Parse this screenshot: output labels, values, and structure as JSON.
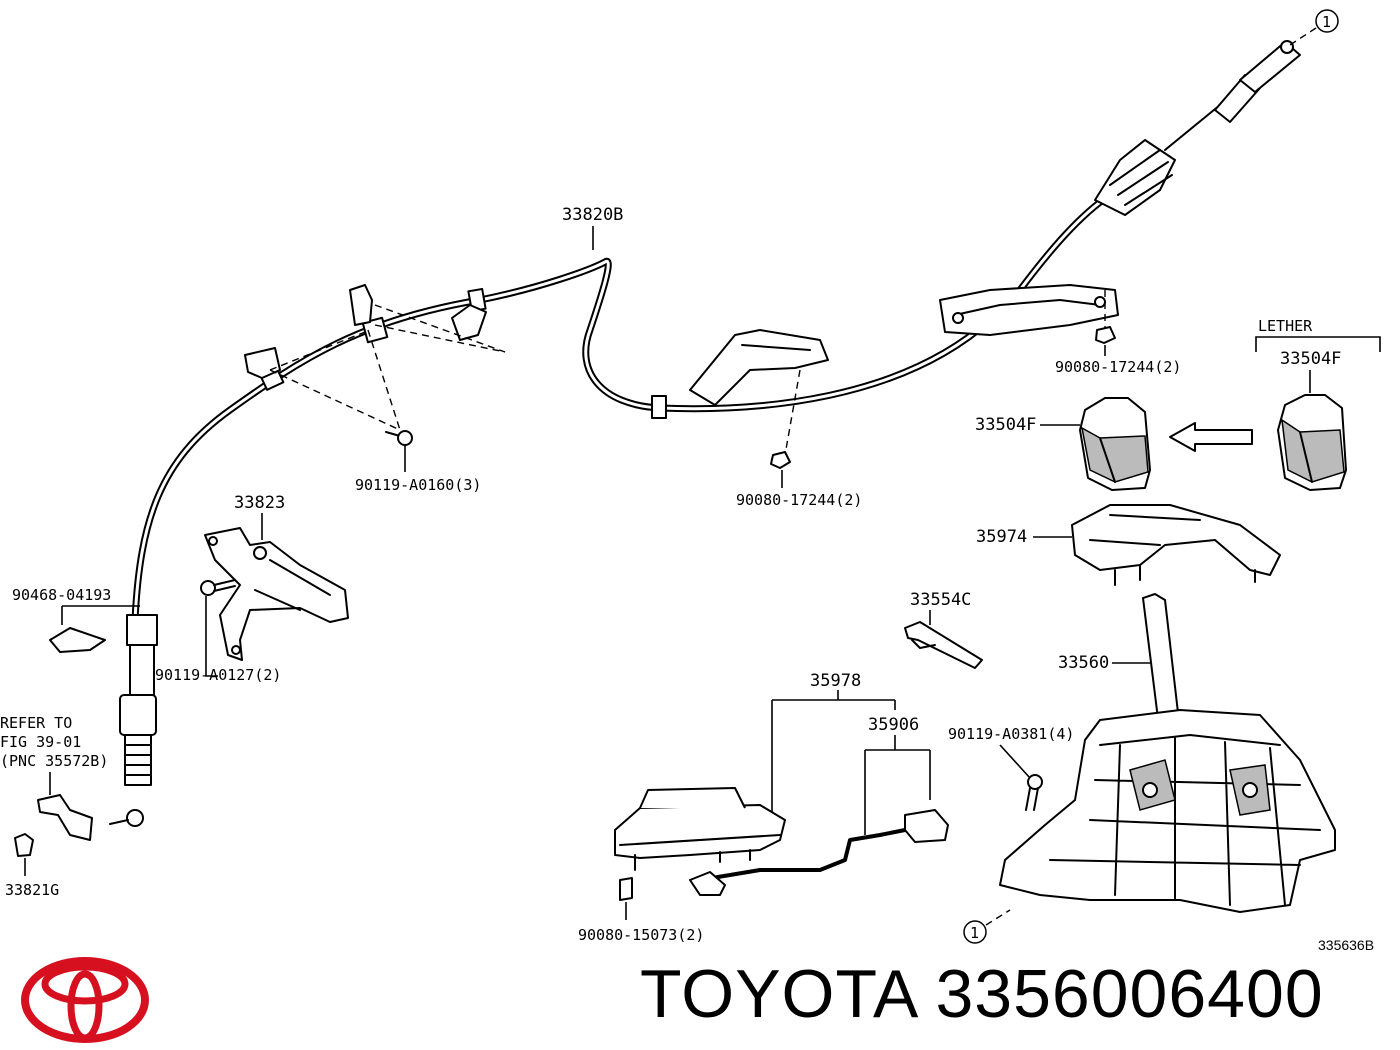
{
  "brand": {
    "name": "TOYOTA",
    "part_number": "3356006400",
    "logo_icon": "toyota-logo-icon",
    "logo_color": "#d6101f"
  },
  "figure_code": "335636B",
  "variant_label": "LETHER",
  "callout_marker": "1",
  "reference_note": [
    "REFER TO",
    "FIG 39-01",
    "(PNC 35572B)"
  ],
  "parts": {
    "cable_assy": "33820B",
    "bracket": "33823",
    "bolt_a0160": "90119-A0160(3)",
    "clip": "90468-04193",
    "bolt_a0127": "90119-A0127(2)",
    "clip_33821g": "33821G",
    "nut_top": "90080-17244(2)",
    "nut_mid": "90080-17244(2)",
    "knob_std": "33504F",
    "knob_leather": "33504F",
    "housing": "35974",
    "indicator": "33554C",
    "shift_lever_assy": "33560",
    "bolt_a0381": "90119-A0381(4)",
    "switch_assy": "35978",
    "wire": "35906",
    "screw_15073": "90080-15073(2)"
  }
}
